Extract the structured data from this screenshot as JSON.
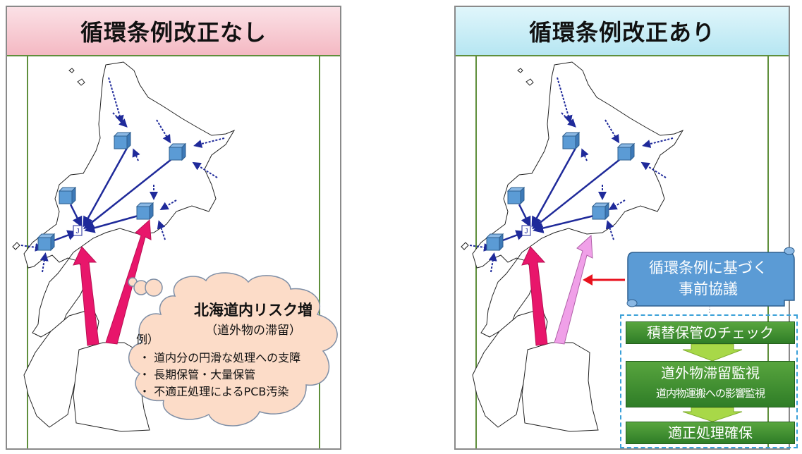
{
  "left_panel": {
    "title": "循環条例改正なし",
    "station_label": "J",
    "cloud": {
      "title": "北海道内リスク増",
      "subtitle": "（道外物の滞留）",
      "example_label": "例）",
      "items": [
        "・ 道内分の円滑な処理への支障",
        "・ 長期保管・大量保管",
        "・ 不適正処理によるPCB汚染"
      ]
    }
  },
  "right_panel": {
    "title": "循環条例改正あり",
    "station_label": "J",
    "scroll_lines": [
      "循環条例に基づく",
      "事前協議"
    ],
    "flow": {
      "step1": "積替保管のチェック",
      "step2_line1": "道外物滞留監視",
      "step2_line2": "道内物運搬への影響監視",
      "step3": "適正処理確保"
    }
  },
  "colors": {
    "left_header": "#f4b9c3",
    "right_header": "#b6e6f2",
    "frame_green": "#5f8f3c",
    "magenta_arrow": "#e8166b",
    "pink_arrow": "#f0a0e8",
    "blue_arrow": "#1f2a9a",
    "red_arrow": "#e8121e",
    "cube_blue": "#5b9bd5",
    "scroll_blue": "#5b9bd5",
    "flow_green": "#3f8f31",
    "flow_arrow": "#a8d848"
  }
}
